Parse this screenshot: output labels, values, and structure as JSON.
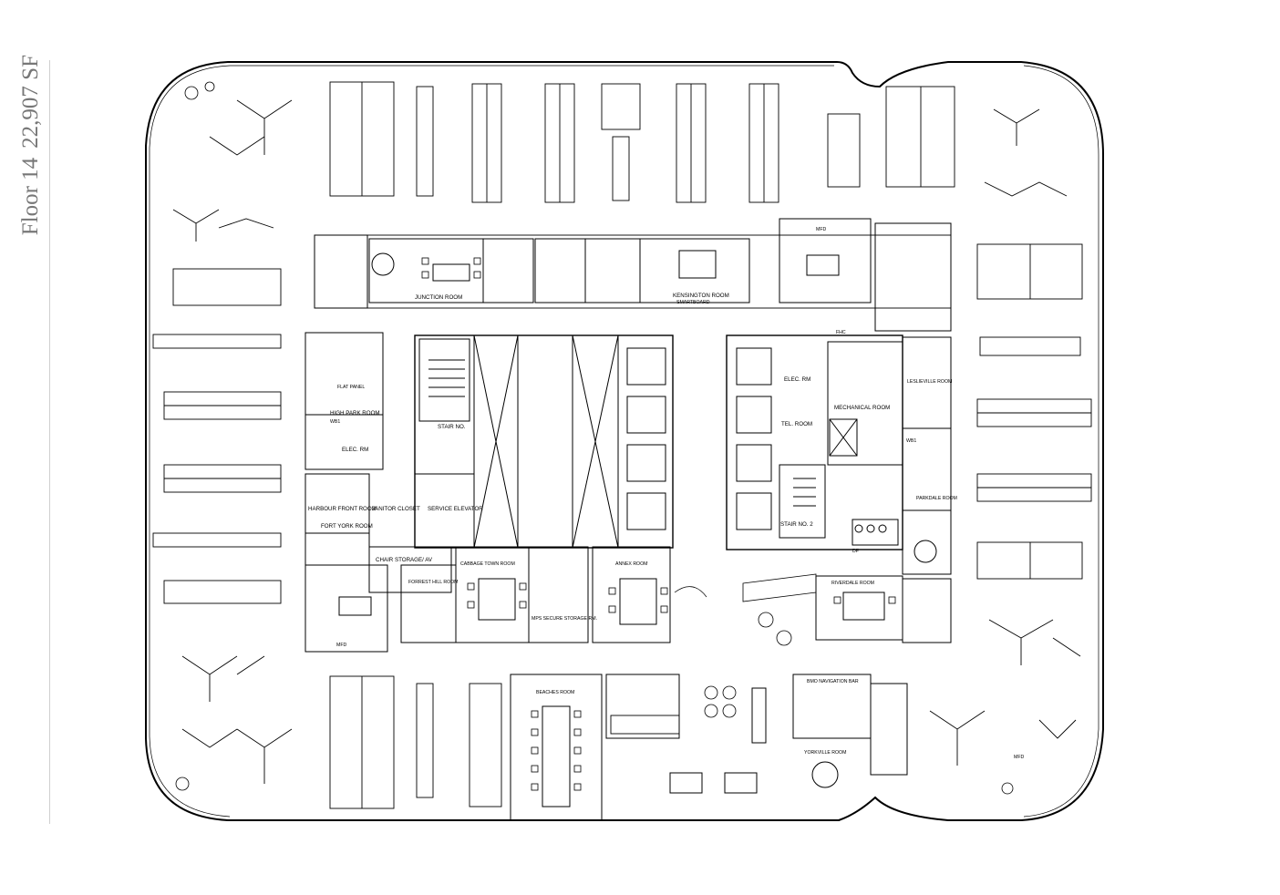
{
  "sheet": {
    "floor_label": "Floor 14",
    "area_label": "22,907 SF"
  },
  "rooms": {
    "junction": "JUNCTION ROOM",
    "kensington": "KENSINGTON ROOM",
    "high_park": "HIGH PARK ROOM",
    "elec_rm_west": "ELEC. RM",
    "harbour_front": "HARBOUR FRONT ROOM",
    "fort_york": "FORT YORK ROOM",
    "janitor_closet": "JANITOR CLOSET",
    "service_elevator": "SERVICE ELEVATOR",
    "stair_no_1": "STAIR NO.",
    "stair_no_2": "STAIR NO. 2",
    "elec_rm_east": "ELEC. RM",
    "tel_room": "TEL. ROOM",
    "mechanical": "MECHANICAL ROOM",
    "leslieville": "LESLIEVILLE ROOM",
    "parkdale": "PARKDALE ROOM",
    "chair_storage": "CHAIR STORAGE/ AV",
    "forrest_hill": "FORREST HILL ROOM",
    "cabbage_town": "CABBAGE TOWN ROOM",
    "mps_secure": "MPS SECURE STORAGE RM.",
    "annex": "ANNEX ROOM",
    "riverdale": "RIVERDALE ROOM",
    "beaches": "BEACHES ROOM",
    "bmo_navigation": "BMO NAVIGATION BAR",
    "yorkville": "YORKVILLE ROOM"
  },
  "tags": {
    "wb1": "WB1",
    "mfd": "MFD",
    "fhc": "FHC",
    "df": "DF",
    "flat_panel": "FLAT PANEL",
    "smartboard": "SMARTBOARD"
  }
}
